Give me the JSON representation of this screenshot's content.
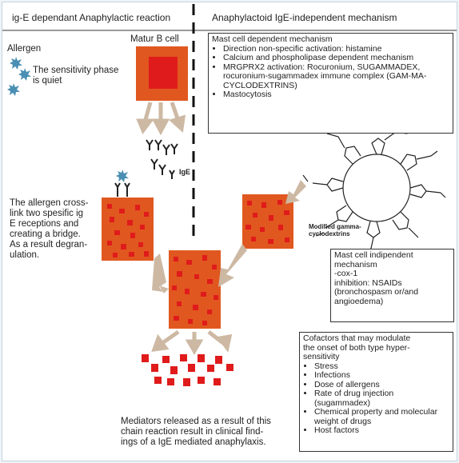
{
  "headings": {
    "left": "ig-E dependant Anaphylactic reaction",
    "right": "Anaphylactoid IgE-independent mechanism"
  },
  "labels": {
    "allergen": "Allergen",
    "sensitivity": "The sensitivity phase\nis quiet",
    "matur_b_cell": "Matur B cell",
    "ige": "IgE",
    "crosslink": "The allergen cross-\nlink two spesific ig\nE receptions and\ncreating a bridge.\nAs a result degran-\nulation.",
    "mediators": "Mediators released as a result of this\nchain reaction result in clinical find-\nings of a IgE mediated anaphylaxis.",
    "molecule_caption": "Modified gamma-\ncyclodextrins"
  },
  "mast_dependent": {
    "title": "Mast cell dependent mechanism",
    "items": [
      "Direction non-specific activation: histamine",
      "Calcium and phospholipase dependent mechanism",
      "MRGPRX2 activation: Rocuronium, SUGAMMADEX, rocuronium-sugammadex immune complex (GAM-MA-CYCLODEXTRINS)",
      "Mastocytosis"
    ]
  },
  "mast_independent": {
    "text": "Mast cell indipendent\nmechanism\n-cox-1\ninhibition: NSAIDs\n(bronchospasm or/and\nangioedema)"
  },
  "cofactors": {
    "title": "Cofactors that may modulate\nthe onset of both type hyper-\nsensitivity",
    "items": [
      "Stress",
      "Infections",
      "Dose of allergens",
      "Rate of drug injection (sugammadex)",
      "Chemical property and molecular weight of drugs",
      "Host factors"
    ]
  },
  "colors": {
    "cell_orange": "#e0581f",
    "granule_red": "#e01b1b",
    "arrow_tan": "#cdb9a3",
    "allergen_blue": "#4a8fb3"
  }
}
